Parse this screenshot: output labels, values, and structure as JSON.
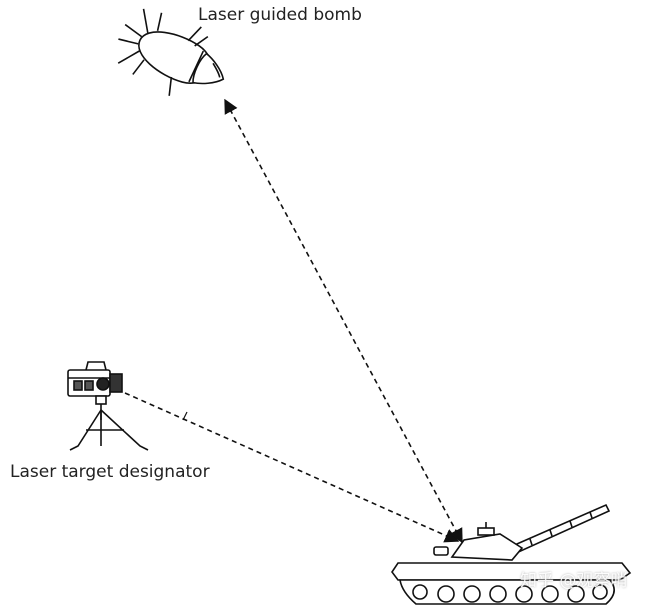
{
  "labels": {
    "bomb": "Laser guided bomb",
    "designator": "Laser target designator"
  },
  "watermark": "知乎 @观察哨"
}
